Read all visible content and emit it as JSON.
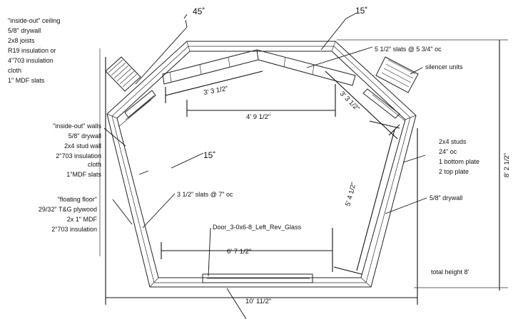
{
  "angles": {
    "top_left": "45˚",
    "top_right": "15˚",
    "middle_left": "15˚"
  },
  "notes": {
    "ceiling": [
      "\"inside-out\" ceiling",
      "5/8\" drywall",
      "2x8 joists",
      "R19 insulation or",
      "4\"703 insulation",
      "cloth",
      "1\" MDF slats"
    ],
    "slats_top": "5 1/2\" slats @ 5 3/4\" oc",
    "silencer": "silencer units",
    "walls": [
      "\"inside-out\" walls",
      "5/8\" drywall",
      "2x4 stud wall",
      "2\"703 insulation",
      "cloth",
      "1\"MDF slats"
    ],
    "studs": [
      "2x4 studs",
      "24\" oc",
      "1 bottom plate",
      "2 top plate"
    ],
    "floor": [
      "\"floating floor\"",
      "29/32\" T&G plywood",
      "2x 1\" MDF",
      "2\"703 insulation"
    ],
    "slats_mid": "3 1/2\" slats @ 7\" oc",
    "drywall_right": "5/8\" drywall",
    "door": "Door_3-0x6-8_Left_Rev_Glass",
    "total_height": "total height 8'"
  },
  "dimensions": {
    "top_left_panel": "3' 3 1/2\"",
    "top_span": "4' 9 1/2\"",
    "top_right_panel": "3' 3 1/2\"",
    "right_wall": "5' 4 1/2\"",
    "bottom_inner": "6' 7 1/2\"",
    "bottom_overall": "10' 11/2\"",
    "overall_height": "8' 2 1/2\""
  }
}
